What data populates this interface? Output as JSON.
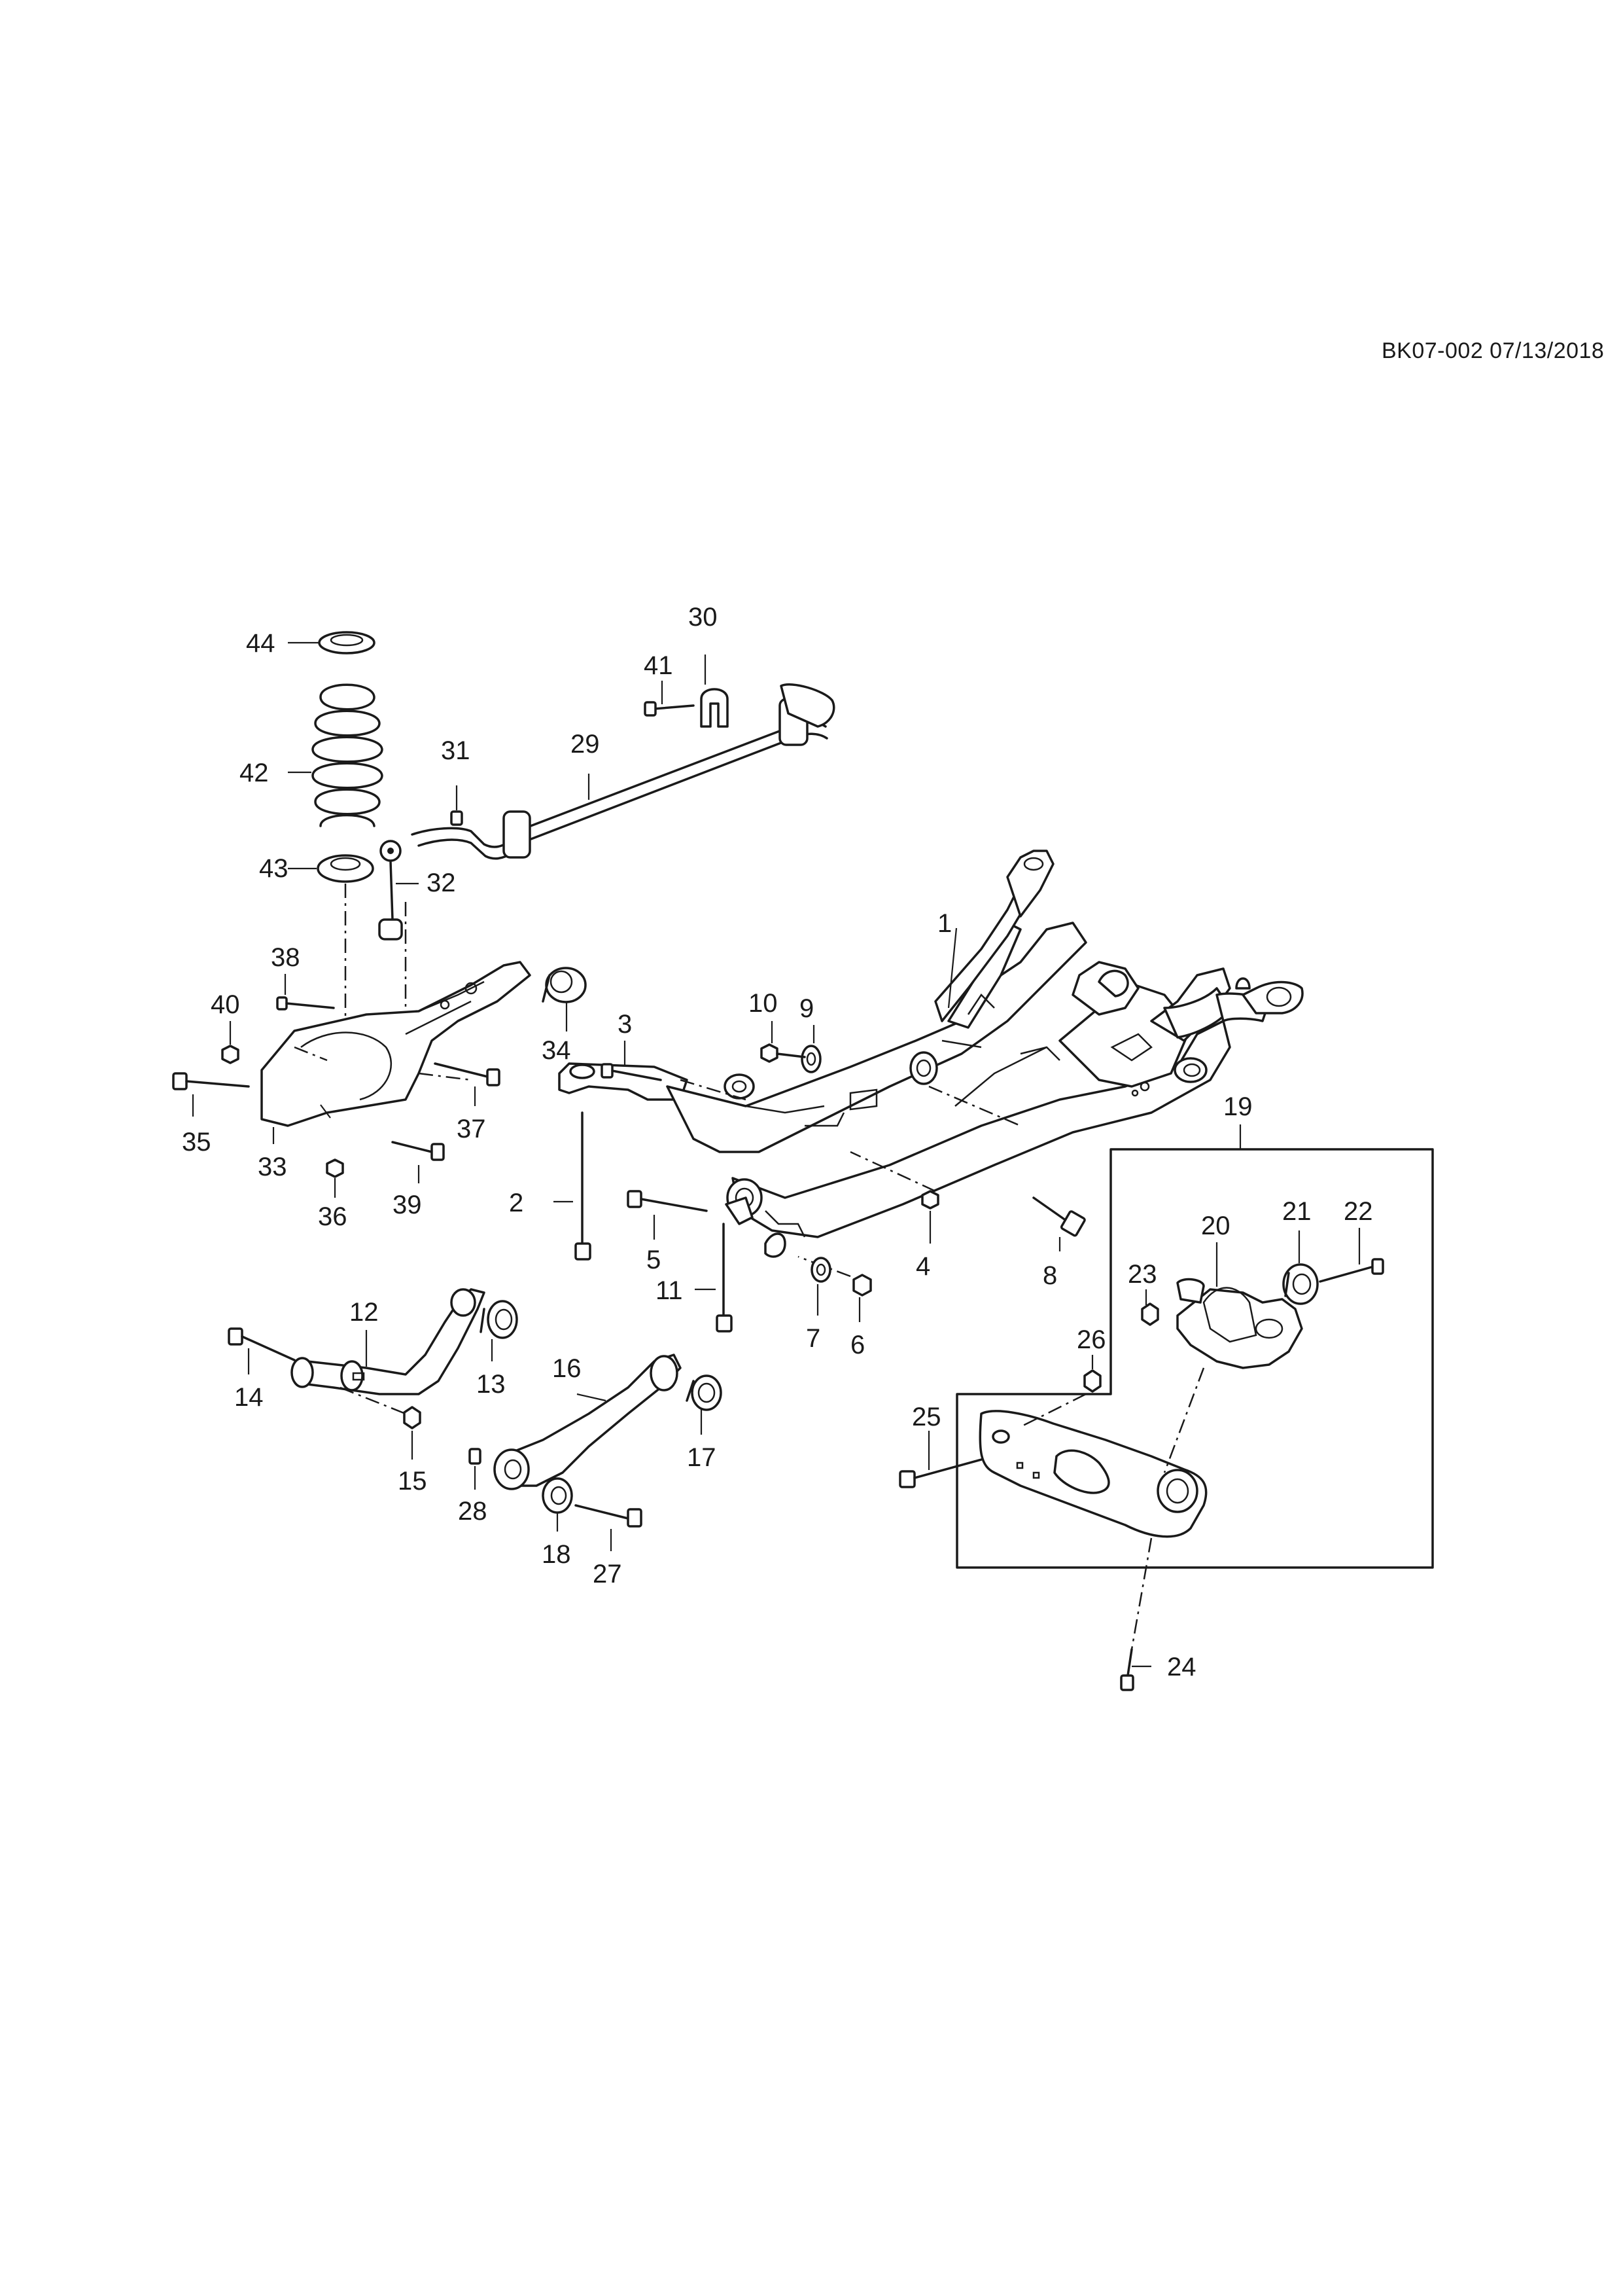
{
  "diagram_code": "BK07-002 07/13/2018",
  "callouts": {
    "c1": "1",
    "c2": "2",
    "c3": "3",
    "c4": "4",
    "c5": "5",
    "c6": "6",
    "c7": "7",
    "c8": "8",
    "c9": "9",
    "c10": "10",
    "c11": "11",
    "c12": "12",
    "c13": "13",
    "c14": "14",
    "c15": "15",
    "c16": "16",
    "c17": "17",
    "c18": "18",
    "c19": "19",
    "c20": "20",
    "c21": "21",
    "c22": "22",
    "c23": "23",
    "c24": "24",
    "c25": "25",
    "c26": "26",
    "c27": "27",
    "c28": "28",
    "c29": "29",
    "c30": "30",
    "c31": "31",
    "c32": "32",
    "c33": "33",
    "c34": "34",
    "c35": "35",
    "c36": "36",
    "c37": "37",
    "c38": "38",
    "c39": "39",
    "c40": "40",
    "c41": "41",
    "c42": "42",
    "c43": "43",
    "c44": "44"
  }
}
